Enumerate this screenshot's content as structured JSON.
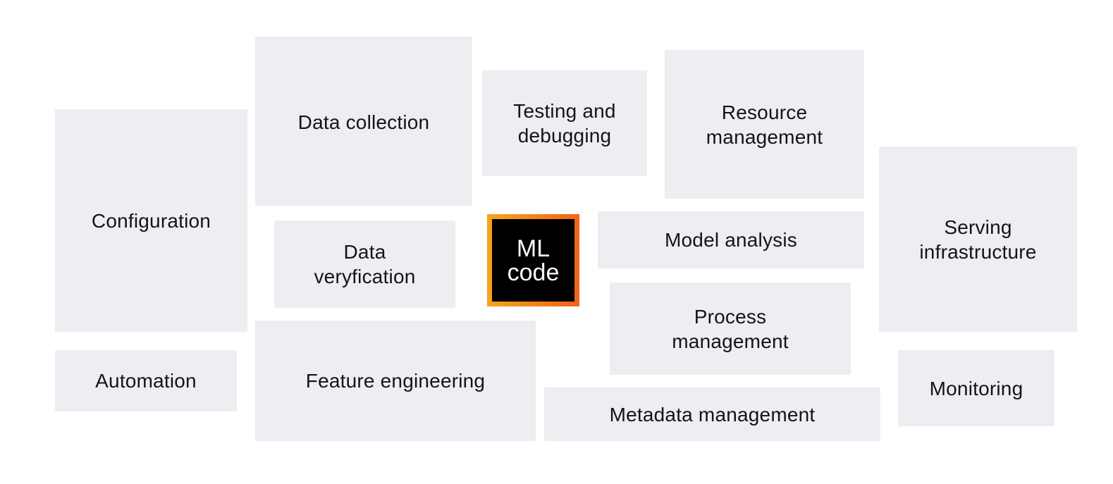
{
  "diagram": {
    "core": {
      "label": "ML\ncode",
      "border_gradient": [
        "#f6a41e",
        "#f2621a"
      ],
      "fill": "#000000",
      "text_color": "#ffffff"
    },
    "box_fill": "#eceef1",
    "text_color": "#141414",
    "components": [
      {
        "id": "data-collection",
        "label": "Data collection"
      },
      {
        "id": "testing-and-debugging",
        "label": "Testing and\ndebugging"
      },
      {
        "id": "resource-management",
        "label": "Resource\nmanagement"
      },
      {
        "id": "configuration",
        "label": "Configuration"
      },
      {
        "id": "serving-infrastructure",
        "label": "Serving\ninfrastructure"
      },
      {
        "id": "data-verification",
        "label": "Data\nveryfication"
      },
      {
        "id": "model-analysis",
        "label": "Model analysis"
      },
      {
        "id": "process-management",
        "label": "Process\nmanagement"
      },
      {
        "id": "automation",
        "label": "Automation"
      },
      {
        "id": "feature-engineering",
        "label": "Feature engineering"
      },
      {
        "id": "metadata-management",
        "label": "Metadata management"
      },
      {
        "id": "monitoring",
        "label": "Monitoring"
      }
    ]
  }
}
